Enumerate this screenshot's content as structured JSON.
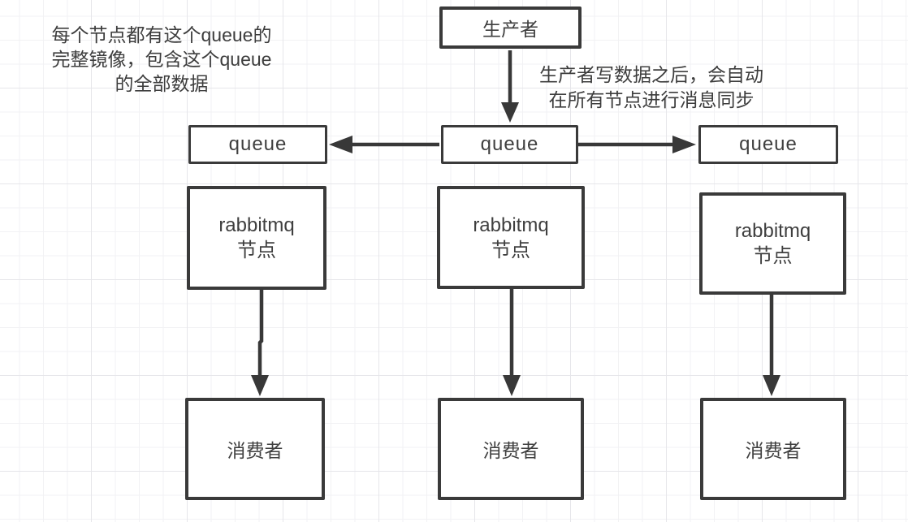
{
  "diagram": {
    "producer": {
      "label": "生产者"
    },
    "queues": [
      {
        "label": "queue"
      },
      {
        "label": "queue"
      },
      {
        "label": "queue"
      }
    ],
    "rabbitmq_nodes": [
      {
        "line1": "rabbitmq",
        "line2": "节点"
      },
      {
        "line1": "rabbitmq",
        "line2": "节点"
      },
      {
        "line1": "rabbitmq",
        "line2": "节点"
      }
    ],
    "consumers": [
      {
        "label": "消费者"
      },
      {
        "label": "消费者"
      },
      {
        "label": "消费者"
      }
    ],
    "notes": {
      "mirror": {
        "line1": "每个节点都有这个queue的",
        "line2": "完整镜像，包含这个queue",
        "line3": "的全部数据"
      },
      "sync": {
        "line1": "生产者写数据之后，会自动",
        "line2": "在所有节点进行消息同步"
      }
    },
    "colors": {
      "stroke": "#3a3a3a",
      "text": "#3f3f3f",
      "background": "#ffffff",
      "grid_minor": "#f2f2f4",
      "grid_major": "#e6e6ea"
    }
  }
}
